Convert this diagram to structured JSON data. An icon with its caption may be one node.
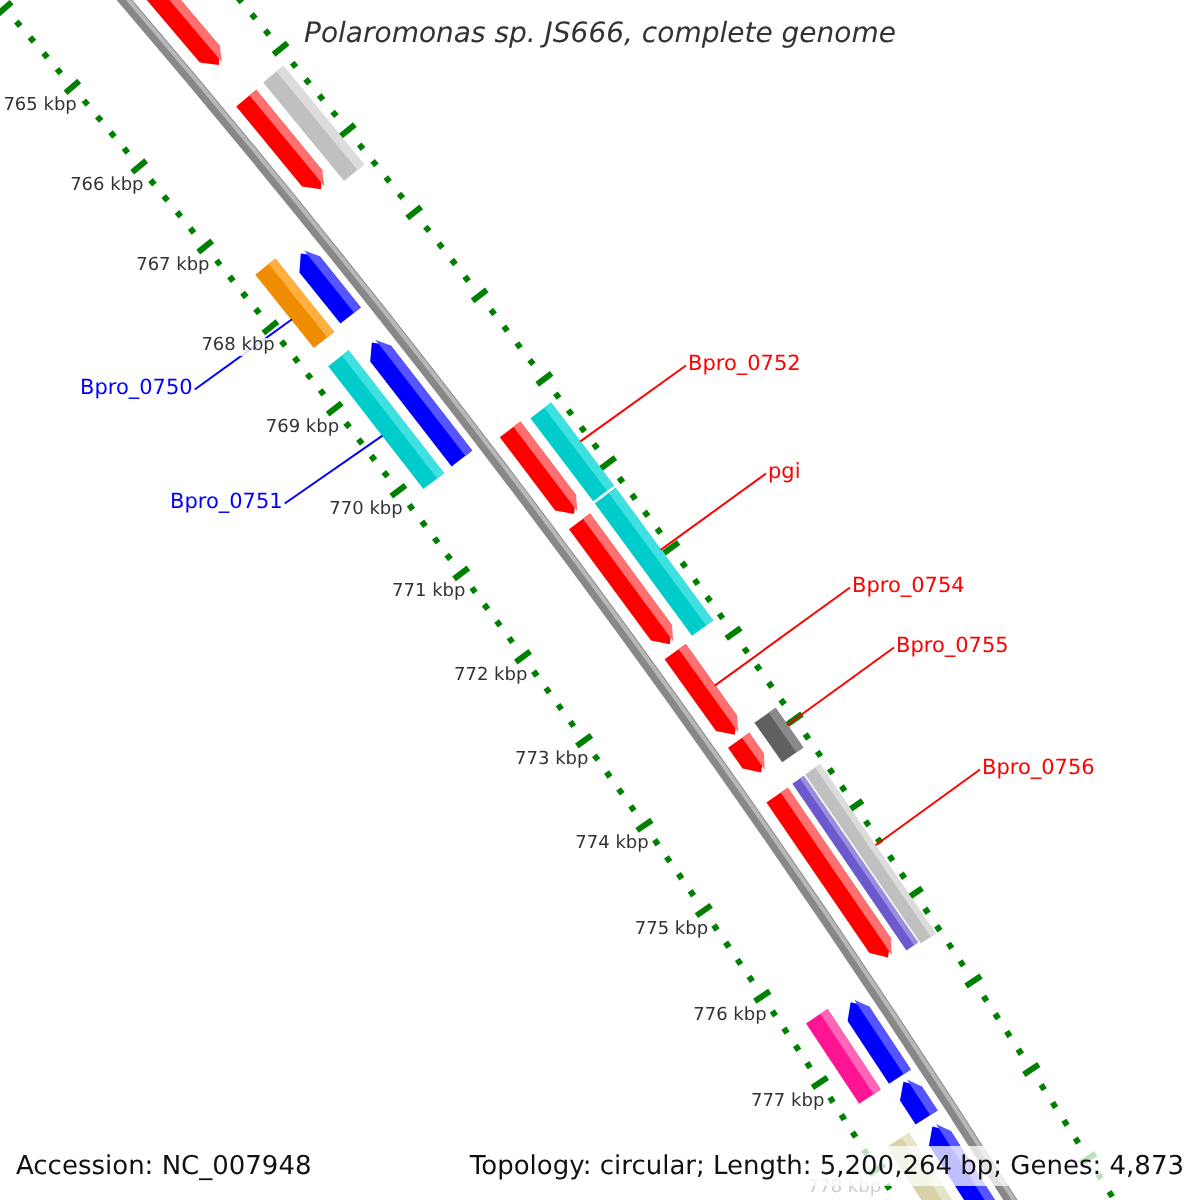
{
  "diagram": {
    "title": "Polaromonas sp. JS666, complete genome",
    "nodes": [
      {
        "text": [
          "Bpro_0750"
        ]
      },
      {
        "text": [
          "Bpro_0751"
        ]
      },
      {
        "text": [
          "Bpro_0752"
        ]
      },
      {
        "text": [
          "pgi"
        ]
      },
      {
        "text": [
          "Bpro_0754"
        ]
      },
      {
        "text": [
          "Bpro_0755"
        ]
      },
      {
        "text": [
          "Bpro_0756"
        ]
      },
      {
        "text": [],
        "shape": "bar"
      },
      {
        "text": [],
        "shape": "bar"
      },
      {
        "text": [],
        "shape": "bar"
      },
      {
        "text": [],
        "shape": "bar"
      },
      {
        "text": [],
        "shape": "bar"
      },
      {
        "text": [],
        "shape": "bar"
      },
      {
        "text": [],
        "shape": "bar"
      }
    ],
    "edges": [
      {
        "from": 0,
        "to": 7,
        "arrow": "none",
        "color": "#0000ff"
      },
      {
        "from": 1,
        "to": 8,
        "arrow": "none",
        "color": "#0000ff"
      },
      {
        "from": 2,
        "to": 9,
        "arrow": "none"
      },
      {
        "from": 3,
        "to": 10,
        "arrow": "none"
      },
      {
        "from": 4,
        "to": 11,
        "arrow": "none"
      },
      {
        "from": 5,
        "to": 12,
        "arrow": "none"
      },
      {
        "from": 6,
        "to": 13,
        "arrow": "none"
      }
    ],
    "labels": [
      "765 kbp",
      "766 kbp",
      "767 kbp",
      "768 kbp",
      "769 kbp",
      "770 kbp",
      "771 kbp",
      "772 kbp",
      "773 kbp",
      "774 kbp",
      "775 kbp",
      "776 kbp",
      "777 kbp",
      "778 kbp",
      "Accession: NC_007948",
      "Topology: circular; Length: 5,200,264 bp; Genes: 4,873"
    ]
  }
}
